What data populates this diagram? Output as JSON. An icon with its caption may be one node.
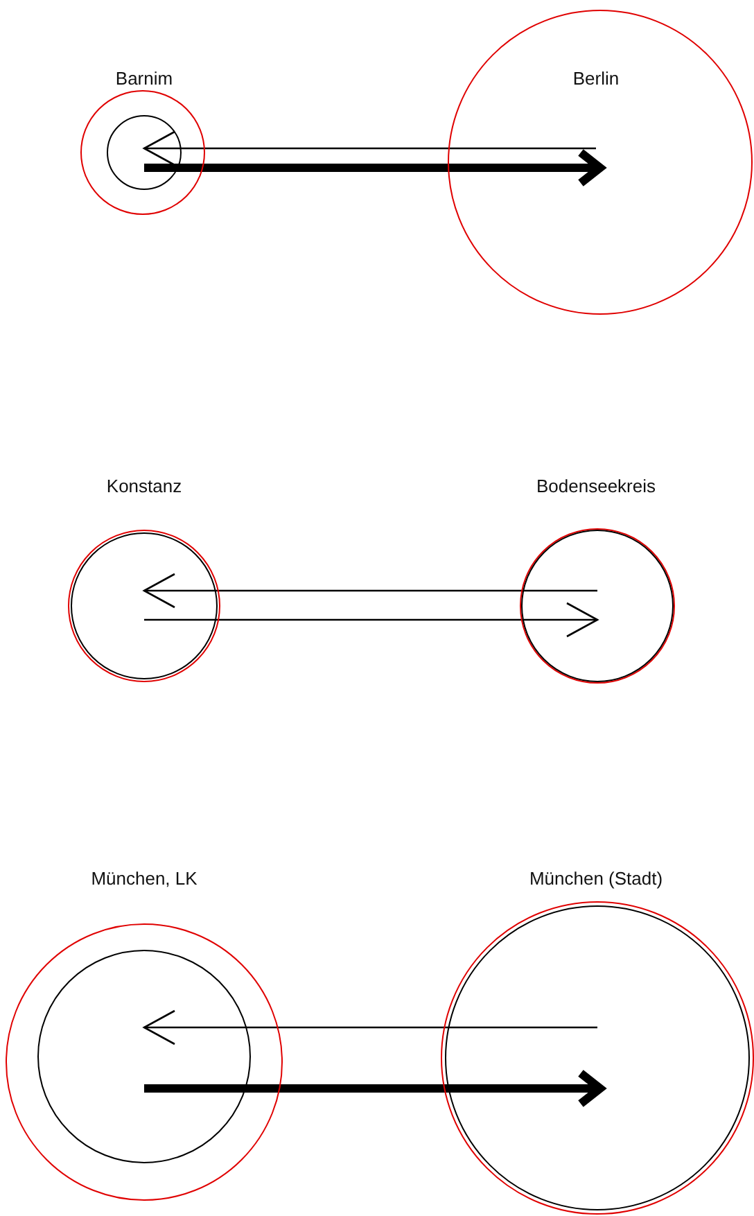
{
  "diagram": {
    "nodes": [
      {
        "text": [
          "Barnim"
        ]
      },
      {
        "text": [],
        "shape": "circle",
        "in": 0
      },
      {
        "text": [
          "Berlin"
        ]
      },
      {
        "text": [
          "Konstanz"
        ]
      },
      {
        "text": [],
        "shape": "circle",
        "in": 3
      },
      {
        "text": [
          "Bodenseekreis"
        ]
      },
      {
        "text": [],
        "shape": "circle",
        "in": 5
      },
      {
        "text": [
          "München, LK"
        ]
      },
      {
        "text": [],
        "shape": "circle",
        "in": 7
      },
      {
        "text": [
          "München (Stadt)"
        ]
      },
      {
        "text": [],
        "shape": "circle",
        "in": 9
      }
    ],
    "edges": [
      {
        "from": 2,
        "to": 1,
        "arrow": "to"
      },
      {
        "from": 1,
        "to": 2,
        "arrow": "to",
        "style": "thick"
      },
      {
        "from": 6,
        "to": 4,
        "arrow": "to"
      },
      {
        "from": 4,
        "to": 6,
        "arrow": "to"
      },
      {
        "from": 10,
        "to": 8,
        "arrow": "to"
      },
      {
        "from": 8,
        "to": 10,
        "arrow": "to",
        "style": "thick"
      }
    ]
  }
}
